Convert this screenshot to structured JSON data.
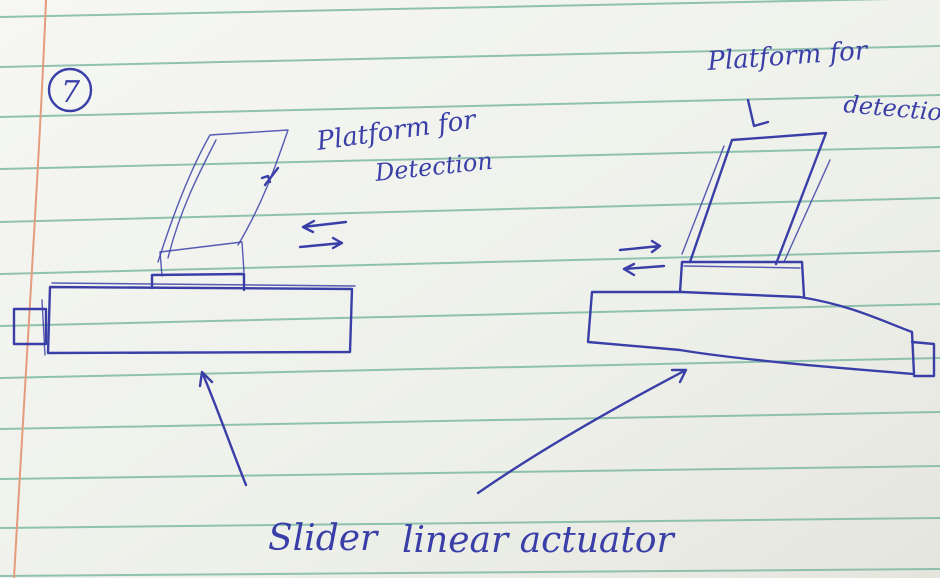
{
  "photo": {
    "paper_color": "#f1f3ef",
    "rule_color": "#7fb9a4",
    "margin_color": "#e59b7e",
    "ink_color": "#3a3fa8"
  },
  "sketch": {
    "figure_number": "7",
    "left_label": {
      "line1": "Platform for",
      "line2": "Detection"
    },
    "right_label": {
      "line1": "Platform for",
      "line2": "detection"
    },
    "caption_slider": "Slider",
    "caption_actuator": "linear actuator"
  }
}
